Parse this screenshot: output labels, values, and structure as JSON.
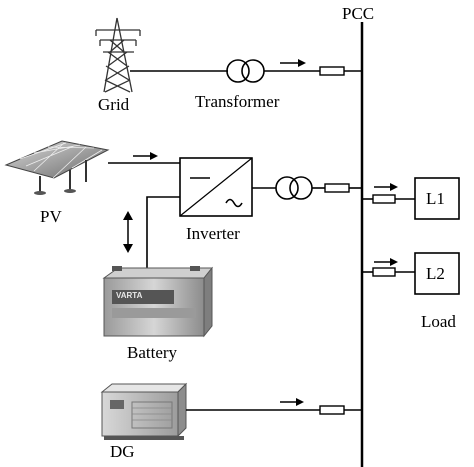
{
  "diagram": {
    "labels": {
      "pcc": "PCC",
      "grid": "Grid",
      "transformer": "Transformer",
      "pv": "PV",
      "inverter": "Inverter",
      "battery": "Battery",
      "dg": "DG",
      "load_title": "Load",
      "l1": "L1",
      "l2": "L2",
      "battery_brand": "VARTA"
    }
  }
}
